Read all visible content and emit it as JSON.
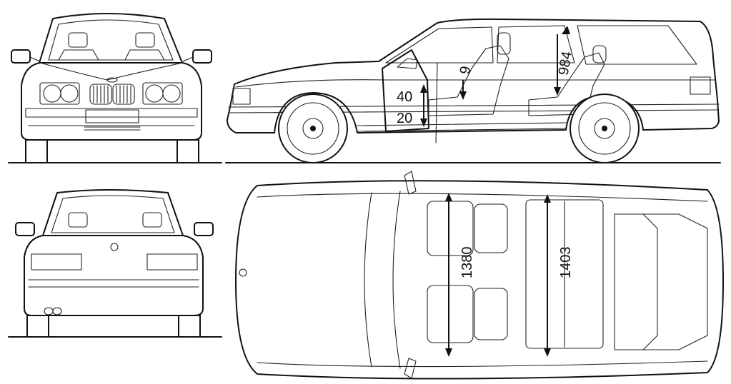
{
  "dimensions": {
    "headroom_front": "40",
    "seat_height": "20",
    "dim_9": "9",
    "dim_984": "984",
    "width_front": "1380",
    "width_rear": "1403"
  }
}
